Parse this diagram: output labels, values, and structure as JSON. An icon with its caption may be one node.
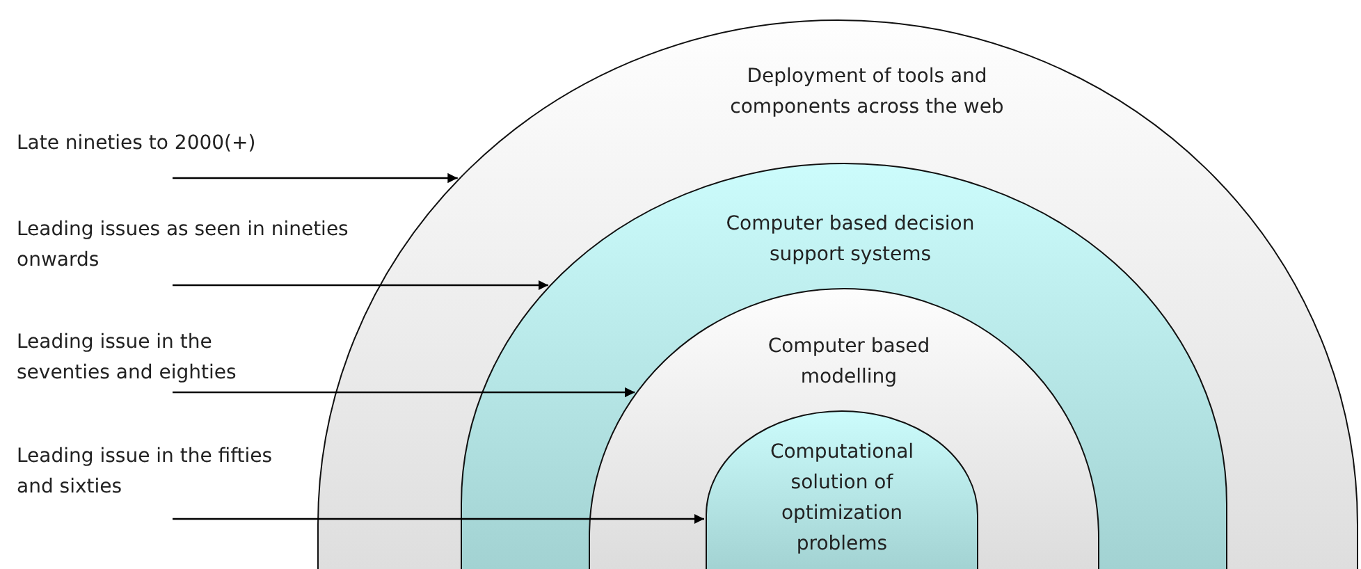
{
  "diagram": {
    "nodes": [
      {
        "text": [
          "Deployment of tools and components across the web"
        ]
      },
      {
        "text": [
          "Computer based decision support systems"
        ],
        "in": 0
      },
      {
        "text": [
          "Computer based modelling"
        ],
        "in": 1
      },
      {
        "text": [
          "Computational solution of optimization problems"
        ],
        "in": 2
      },
      {
        "text": [
          "Late nineties to 2000(+)"
        ]
      },
      {
        "text": [
          "Leading issues as seen in nineties onwards"
        ]
      },
      {
        "text": [
          "Leading issue in the seventies and eighties"
        ]
      },
      {
        "text": [
          "Leading issue in the fifties and sixties"
        ]
      }
    ],
    "edges": [
      {
        "from": 4,
        "to": 0,
        "arrow": "to"
      },
      {
        "from": 5,
        "to": 1,
        "arrow": "to"
      },
      {
        "from": 6,
        "to": 2,
        "arrow": "to"
      },
      {
        "from": 7,
        "to": 3,
        "arrow": "to"
      }
    ]
  }
}
